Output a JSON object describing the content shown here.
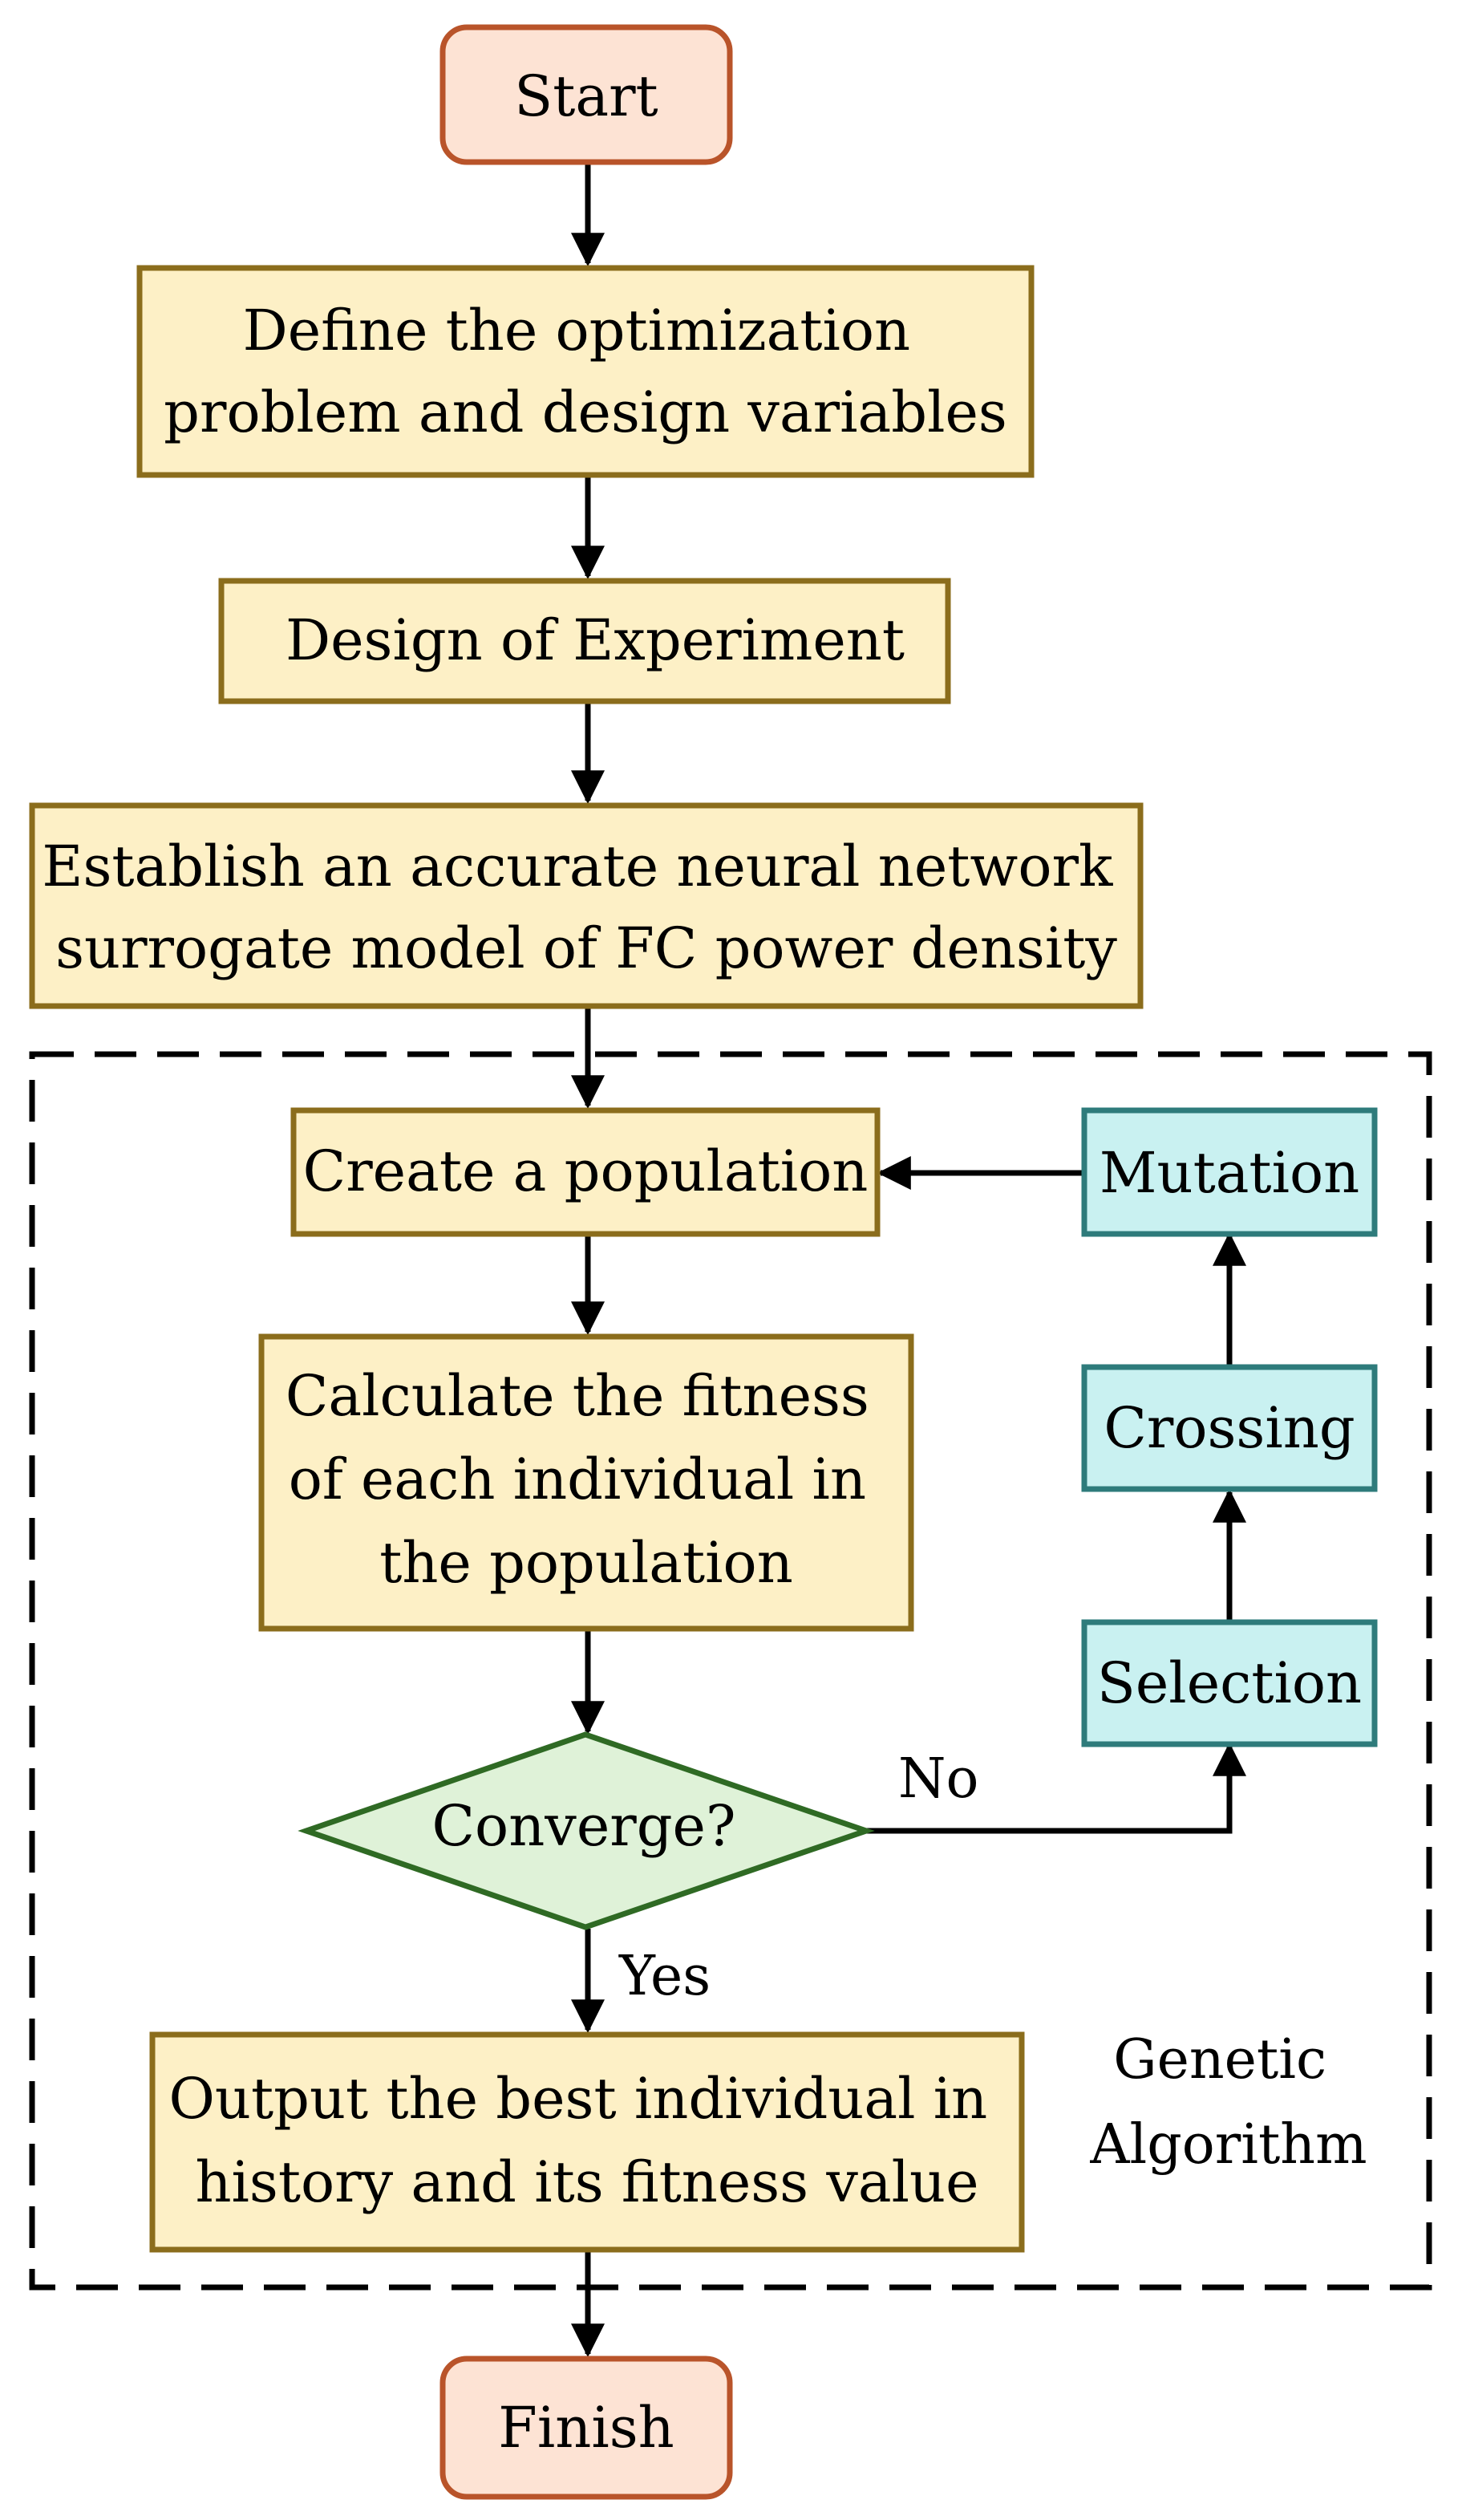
{
  "colors": {
    "terminal_fill": "#fde3d4",
    "terminal_stroke": "#b9542a",
    "process_fill": "#fdf0c6",
    "process_stroke": "#8b6d1c",
    "ga_fill": "#c9f1f1",
    "ga_stroke": "#2e7b7b",
    "decision_fill": "#dff2d8",
    "decision_stroke": "#2f6a24",
    "line": "#000000"
  },
  "nodes": {
    "start": {
      "lines": [
        "Start"
      ]
    },
    "define": {
      "lines": [
        "Define the optimization",
        "problem and design variables"
      ]
    },
    "doe": {
      "lines": [
        "Design of Experiment"
      ]
    },
    "establish": {
      "lines": [
        "Establish an accurate neural network",
        "surrogate model of FC power density"
      ]
    },
    "create": {
      "lines": [
        "Create a population"
      ]
    },
    "calculate": {
      "lines": [
        "Calculate the fitness",
        "of each individual in",
        "the population"
      ]
    },
    "converge": {
      "lines": [
        "Converge?"
      ]
    },
    "output": {
      "lines": [
        "Output the best individual in",
        "history and its fitness value"
      ]
    },
    "finish": {
      "lines": [
        "Finish"
      ]
    },
    "mutation": {
      "lines": [
        "Mutation"
      ]
    },
    "crossing": {
      "lines": [
        "Crossing"
      ]
    },
    "selection": {
      "lines": [
        "Selection"
      ]
    }
  },
  "edge_labels": {
    "no": "No",
    "yes": "Yes"
  },
  "group": {
    "lines": [
      "Genetic",
      "Algorithm"
    ]
  }
}
